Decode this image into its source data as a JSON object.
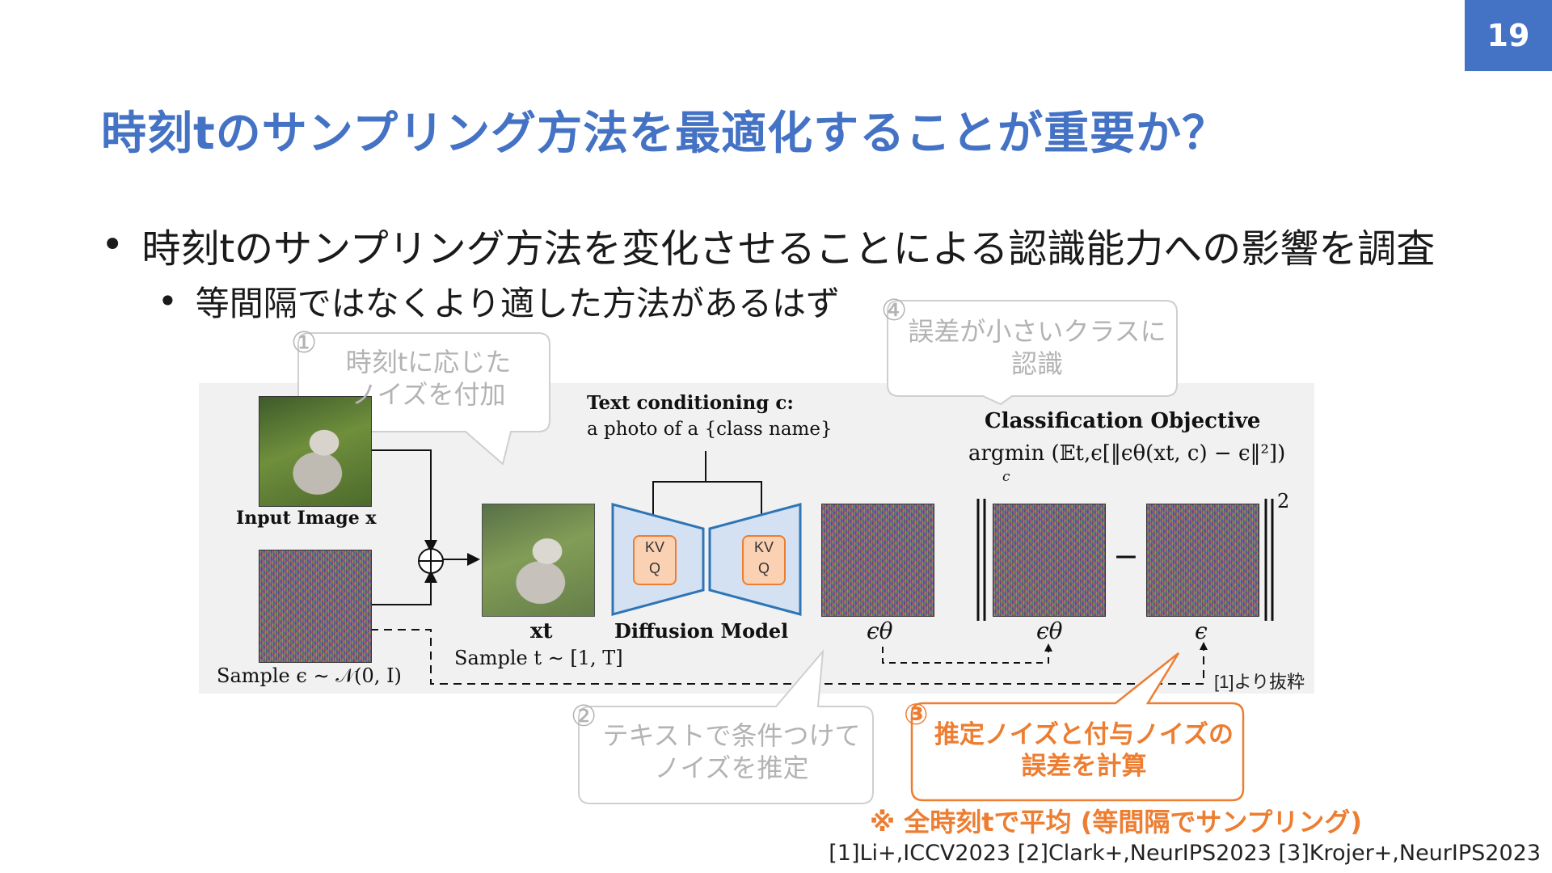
{
  "page_number": "19",
  "title": "時刻tのサンプリング方法を最適化することが重要か？",
  "bullets": [
    "時刻tのサンプリング方法を変化させることによる認識能力への影響を調査",
    "等間隔ではなくより適した方法があるはず"
  ],
  "figure": {
    "text_conditioning_heading": "Text conditioning c:",
    "text_conditioning_prompt": "a photo of a {class name}",
    "classification_objective": "Classification Objective",
    "objective_formula": "argmin (𝔼t,ϵ[‖ϵθ(xt, c) − ϵ‖²])",
    "objective_subscript": "c",
    "input_image_label": "Input Image x",
    "noise_sample_label": "Sample ϵ ∼ 𝒩(0, I)",
    "xt_label": "xt",
    "t_sample_label": "Sample t ∼ [1, T]",
    "model_label": "Diffusion Model",
    "kv_label": "KV",
    "q_label": "Q",
    "eps_theta_label": "ϵθ",
    "eps_label": "ϵ",
    "minus_sign": "−",
    "norm_exponent": "2",
    "source_note": "[1]より抜粋"
  },
  "callouts": [
    {
      "number": "①",
      "text": "時刻tに応じた\nノイズを付加"
    },
    {
      "number": "②",
      "text": "テキストで条件つけて\nノイズを推定"
    },
    {
      "number": "③",
      "text": "推定ノイズと付与ノイズの\n誤差を計算"
    },
    {
      "number": "④",
      "text": "誤差が小さいクラスに\n認識"
    }
  ],
  "note": "※ 全時刻tで平均 (等間隔でサンプリング)",
  "references": "[1]Li+,ICCV2023 [2]Clark+,NeurIPS2023 [3]Krojer+,NeurIPS2023",
  "colors": {
    "accent": "#4472c4",
    "highlight": "#ed7d31",
    "muted": "#b3b3b3"
  }
}
